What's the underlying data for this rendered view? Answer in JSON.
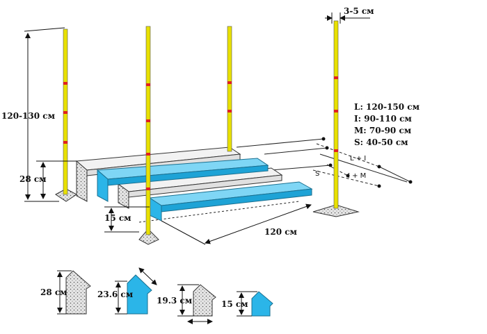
{
  "dimensions": {
    "pole_width": "3-5 см",
    "pole_height": "120-130 см",
    "board_height": "28 см",
    "low_board_height": "15 см",
    "board_length": "120 см"
  },
  "spacing_legend": [
    "L: 120-150 см",
    "I: 90-110 см",
    "M: 70-90 см",
    "S: 40-50 см"
  ],
  "spacing_markers": {
    "large": "L + I",
    "small": "S",
    "medium": "I + M"
  },
  "profiles": {
    "p1_height": "28 см",
    "p2_height": "23.6 см",
    "p3_height": "19.3 см",
    "p4_height": "15 см"
  },
  "colors": {
    "pole": "#e8e000",
    "pole_mark": "#e02020",
    "blue_board": "#2bb5e8",
    "grey_board": "#d8d8d8"
  }
}
